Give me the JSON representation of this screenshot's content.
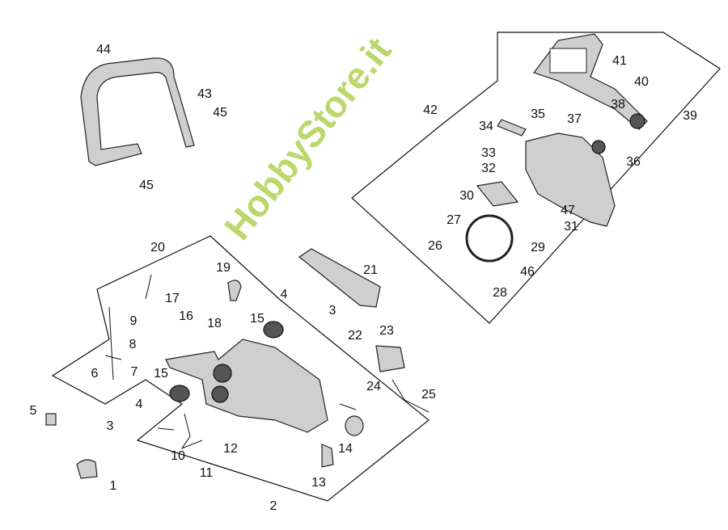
{
  "diagram": {
    "watermark": "HobbyStore.it",
    "callouts": [
      "44",
      "43",
      "45",
      "45",
      "42",
      "41",
      "40",
      "38",
      "39",
      "37",
      "35",
      "34",
      "33",
      "32",
      "36",
      "30",
      "47",
      "31",
      "27",
      "26",
      "29",
      "46",
      "28",
      "20",
      "19",
      "21",
      "17",
      "4",
      "3",
      "15",
      "16",
      "18",
      "9",
      "8",
      "22",
      "23",
      "7",
      "6",
      "15",
      "24",
      "25",
      "5",
      "4",
      "3",
      "10",
      "12",
      "14",
      "11",
      "13",
      "1",
      "2"
    ]
  }
}
